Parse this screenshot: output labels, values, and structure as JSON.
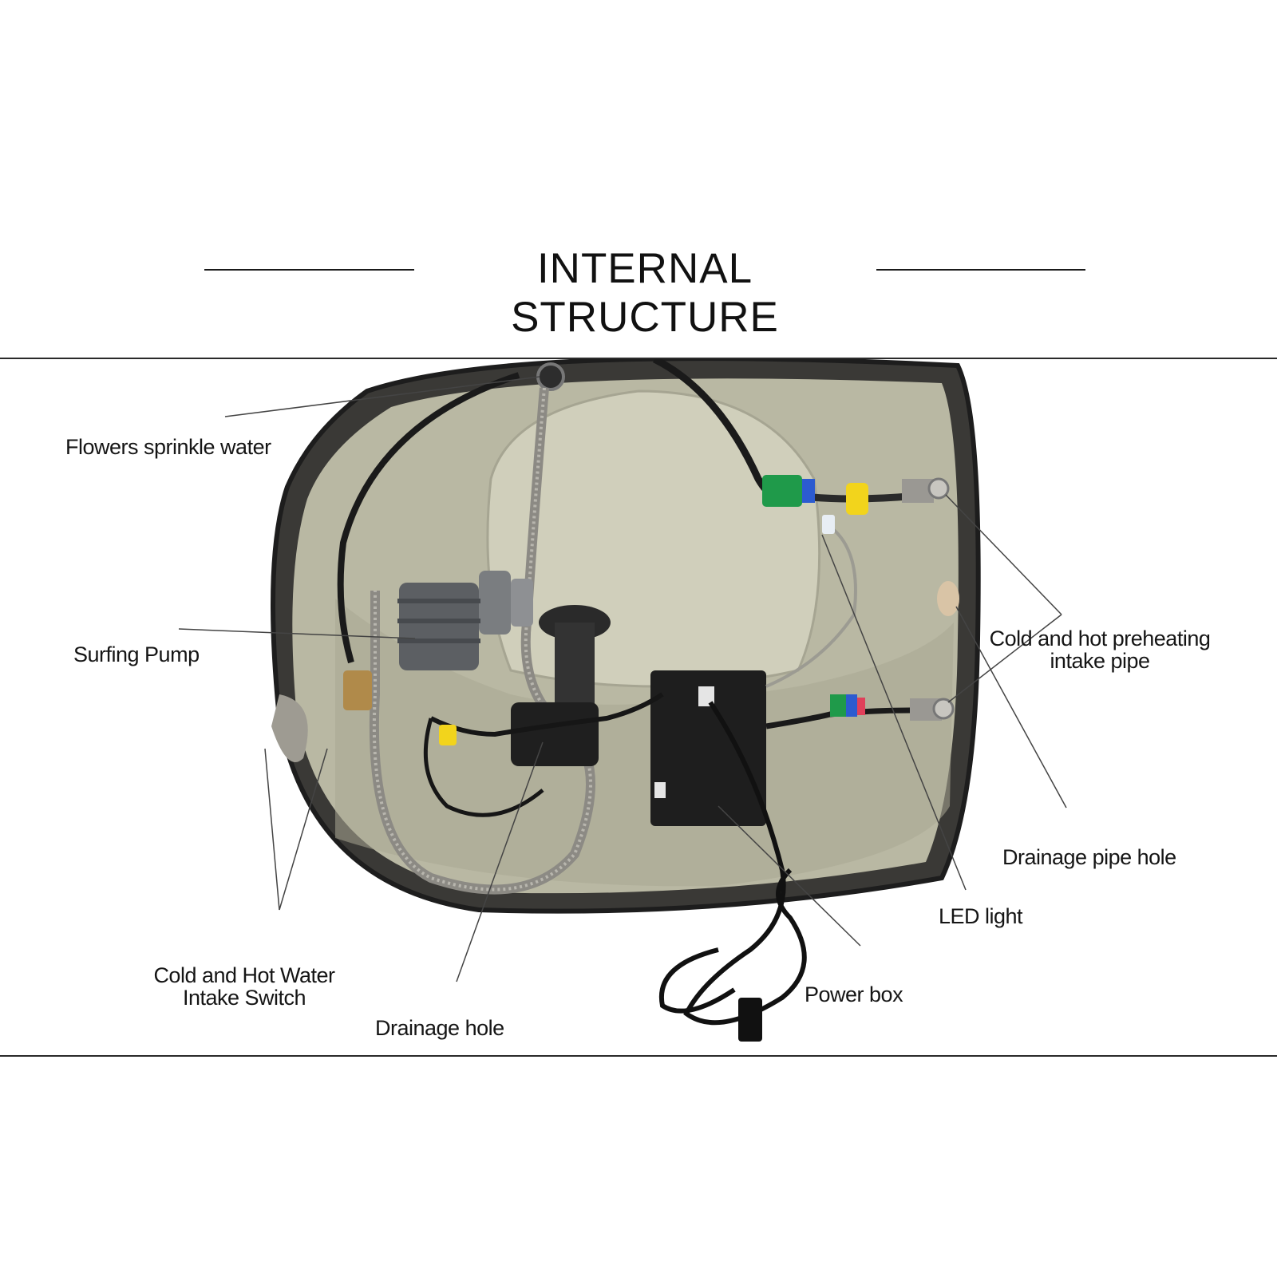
{
  "title": "INTERNAL STRUCTURE",
  "labels": {
    "flowers_sprinkle_water": "Flowers sprinkle water",
    "surfing_pump": "Surfing Pump",
    "cold_hot_water_intake_switch_line1": "Cold and Hot Water",
    "cold_hot_water_intake_switch_line2": "Intake Switch",
    "drainage_hole": "Drainage hole",
    "power_box": "Power box",
    "led_light": "LED light",
    "drainage_pipe_hole": "Drainage pipe hole",
    "cold_hot_preheating_intake_pipe_line1": "Cold and hot preheating",
    "cold_hot_preheating_intake_pipe_line2": "intake pipe"
  },
  "colors": {
    "background": "#ffffff",
    "basin_interior": "#c9c9b4",
    "basin_rim": "#2b2b2b",
    "hose_metal": "#8c8a84",
    "pump_body": "#5c5f63",
    "power_box": "#1e1e1e",
    "tag_green": "#1f9a4a",
    "tag_yellow": "#f2d41c",
    "tag_blue": "#2c5bd0"
  }
}
